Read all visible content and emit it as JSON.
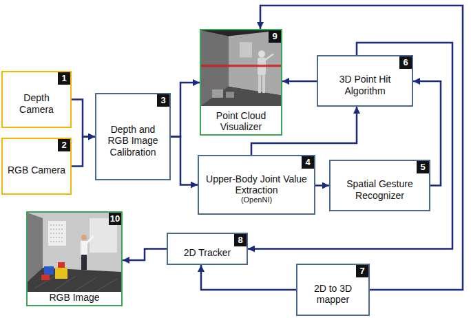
{
  "diagram": {
    "nodes": [
      {
        "text": [
          "Depth Camera",
          "1"
        ]
      },
      {
        "text": [
          "RGB Camera",
          "2"
        ]
      },
      {
        "text": [
          "Depth and RGB Image Calibration",
          "3"
        ]
      },
      {
        "text": [
          "Point Cloud Visualizer",
          "9"
        ]
      },
      {
        "text": [
          "3D Point Hit Algorithm",
          "6"
        ]
      },
      {
        "text": [
          "Upper-Body Joint Value Extraction",
          "(OpenNI)",
          "4"
        ]
      },
      {
        "text": [
          "Spatial Gesture Recognizer",
          "5"
        ]
      },
      {
        "text": [
          "RGB Image",
          "10"
        ]
      },
      {
        "text": [
          "2D Tracker",
          "8"
        ]
      },
      {
        "text": [
          "2D to 3D mapper",
          "7"
        ]
      }
    ],
    "edges": [
      {
        "from": 0,
        "to": 2,
        "arrow": "to"
      },
      {
        "from": 1,
        "to": 2,
        "arrow": "to"
      },
      {
        "from": 2,
        "to": 3,
        "arrow": "to"
      },
      {
        "from": 2,
        "to": 5,
        "arrow": "to"
      },
      {
        "from": 5,
        "to": 6,
        "arrow": "to"
      },
      {
        "from": 5,
        "to": 4,
        "arrow": "to"
      },
      {
        "from": 6,
        "to": 4,
        "arrow": "to"
      },
      {
        "from": 4,
        "to": 3,
        "arrow": "to"
      },
      {
        "from": 4,
        "to": 8,
        "arrow": "to"
      },
      {
        "from": 9,
        "to": 3,
        "arrow": "to"
      },
      {
        "from": 9,
        "to": 8,
        "arrow": "to"
      },
      {
        "from": 8,
        "to": 7,
        "arrow": "to"
      }
    ]
  }
}
